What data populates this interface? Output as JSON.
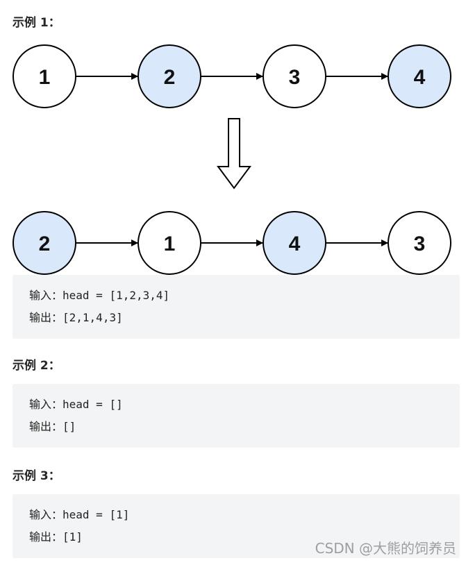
{
  "example1": {
    "heading": "示例 1：",
    "before_nodes": [
      {
        "value": "1",
        "highlight": false
      },
      {
        "value": "2",
        "highlight": true
      },
      {
        "value": "3",
        "highlight": false
      },
      {
        "value": "4",
        "highlight": true
      }
    ],
    "after_nodes": [
      {
        "value": "2",
        "highlight": true
      },
      {
        "value": "1",
        "highlight": false
      },
      {
        "value": "4",
        "highlight": true
      },
      {
        "value": "3",
        "highlight": false
      }
    ],
    "input_label": "输入：",
    "input_value": "head = [1,2,3,4]",
    "output_label": "输出：",
    "output_value": "[2,1,4,3]"
  },
  "example2": {
    "heading": "示例 2：",
    "input_label": "输入：",
    "input_value": "head = []",
    "output_label": "输出：",
    "output_value": "[]"
  },
  "example3": {
    "heading": "示例 3：",
    "input_label": "输入：",
    "input_value": "head = [1]",
    "output_label": "输出：",
    "output_value": "[1]"
  },
  "colors": {
    "highlight_fill": "#dae8fc",
    "plain_fill": "#ffffff",
    "stroke": "#000000"
  },
  "watermark": "CSDN @大熊的饲养员"
}
